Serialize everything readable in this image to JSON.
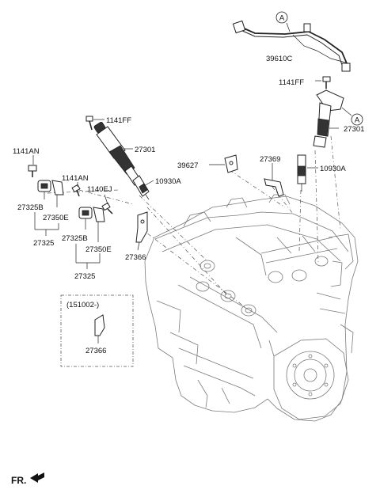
{
  "markers": {
    "a_top": "A",
    "a_right": "A"
  },
  "labels": {
    "harness": "39610C",
    "bolt_ff_right": "1141FF",
    "coil_right": "27301",
    "bolt_ff_left": "1141FF",
    "coil_left": "27301",
    "bracket_39627": "39627",
    "bracket_27369": "27369",
    "plug_right": "10930A",
    "plug_left": "10930A",
    "bolt_an_upper": "1141AN",
    "bolt_an_lower": "1141AN",
    "bolt_ej": "1140EJ",
    "sensor_upper": "27325B",
    "bracket_e_upper": "27350E",
    "assy_upper": "27325",
    "sensor_lower": "27325B",
    "bracket_e_lower": "27350E",
    "assy_lower": "27325",
    "bracket_27366": "27366",
    "variant_code": "(151002-)",
    "bracket_27366_variant": "27366"
  },
  "front_indicator": {
    "label": "FR."
  }
}
